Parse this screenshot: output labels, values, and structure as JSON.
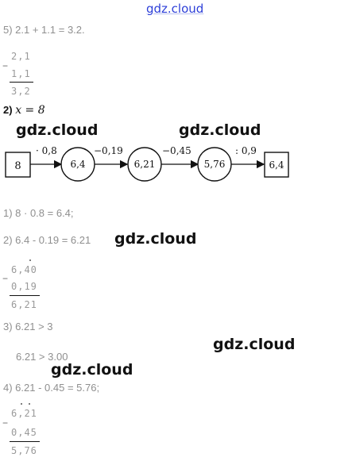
{
  "watermark": {
    "top": "gdz.cloud",
    "mark": "gdz.cloud"
  },
  "part1": {
    "equation": "5) 2.1 + 1.1 = 3.2.",
    "column": {
      "top": "2,1",
      "second": "1,1",
      "result": "3,2"
    }
  },
  "part2": {
    "label": "2)",
    "x_eq": "x = 8",
    "chain": {
      "start": "8",
      "op1": "· 0,8",
      "n1": "6,4",
      "op2": "−0,19",
      "n2": "6,21",
      "op3": "−0,45",
      "n3": "5,76",
      "op4": ": 0,9",
      "end": "6,4"
    },
    "steps": {
      "s1": "1) 8 · 0.8 = 6.4;",
      "s2": "2) 6.4 - 0.19 = 6.21",
      "col2": {
        "top": "6,40",
        "second": "0,19",
        "result": "6,21"
      },
      "s3": "3) 6.21 > 3",
      "s3b": "6.21 > 3.00",
      "s4": "4) 6.21 - 0.45 = 5.76;",
      "col4": {
        "top": "6,21",
        "second": "0,45",
        "result": "5,76"
      }
    }
  }
}
